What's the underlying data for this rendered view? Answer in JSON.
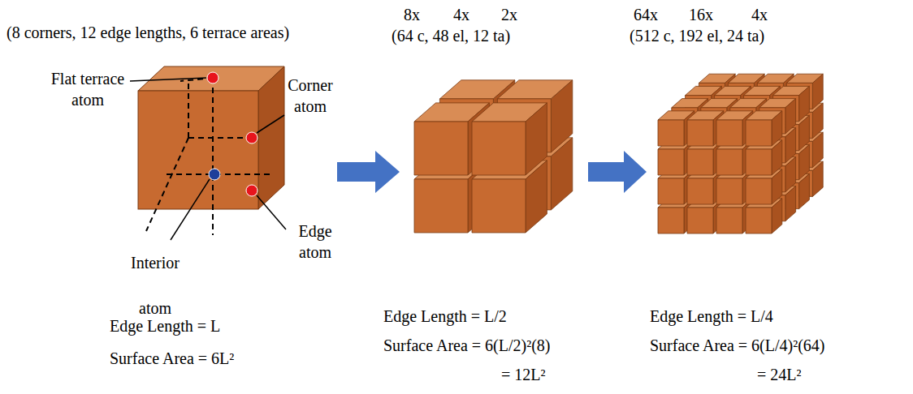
{
  "diagram": {
    "labels": [
      "(8 corners, 12 edge lengths, 6 terrace areas)",
      "Flat terrace atom",
      "Corner atom",
      "Interior atom",
      "Edge atom",
      "Edge Length = L",
      "Surface Area = 6L²",
      "8x",
      "4x",
      "2x",
      "(64 c, 48 el, 12 ta)",
      "Edge Length = L/2",
      "Surface Area = 6(L/2)²(8)",
      "= 12L²",
      "64x",
      "16x",
      "4x",
      "(512 c, 192 el, 24 ta)",
      "Edge Length = L/4",
      "Surface Area = 6(L/4)²(64)",
      "= 24L²"
    ]
  }
}
